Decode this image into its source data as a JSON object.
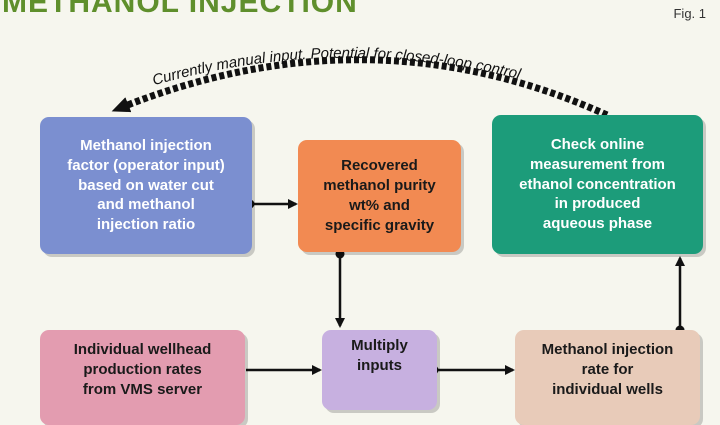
{
  "header": {
    "title": "METHANOL INJECTION",
    "figure_label": "Fig. 1"
  },
  "feedback": {
    "label": "Currently manual input. Potential for closed-loop control"
  },
  "boxes": {
    "injection_factor": {
      "lines": [
        "Methanol injection",
        "factor (operator input)",
        "based on water cut",
        "and methanol",
        "injection ratio"
      ],
      "color": "#7b8fd0"
    },
    "recovered_purity": {
      "lines": [
        "Recovered",
        "methanol purity",
        "wt% and",
        "specific gravity"
      ],
      "color": "#f28a52"
    },
    "online_measurement": {
      "lines": [
        "Check online",
        "measurement from",
        "ethanol concentration",
        "in produced",
        "aqueous phase"
      ],
      "color": "#1c9c7a"
    },
    "wellhead_rates": {
      "lines": [
        "Individual wellhead",
        "production rates",
        "from VMS server"
      ],
      "color": "#e39cb0"
    },
    "multiply": {
      "lines": [
        "Multiply",
        "inputs"
      ],
      "color": "#c7b0e0"
    },
    "injection_rate": {
      "lines": [
        "Methanol injection",
        "rate for",
        "individual wells"
      ],
      "color": "#e8cbb9"
    }
  }
}
